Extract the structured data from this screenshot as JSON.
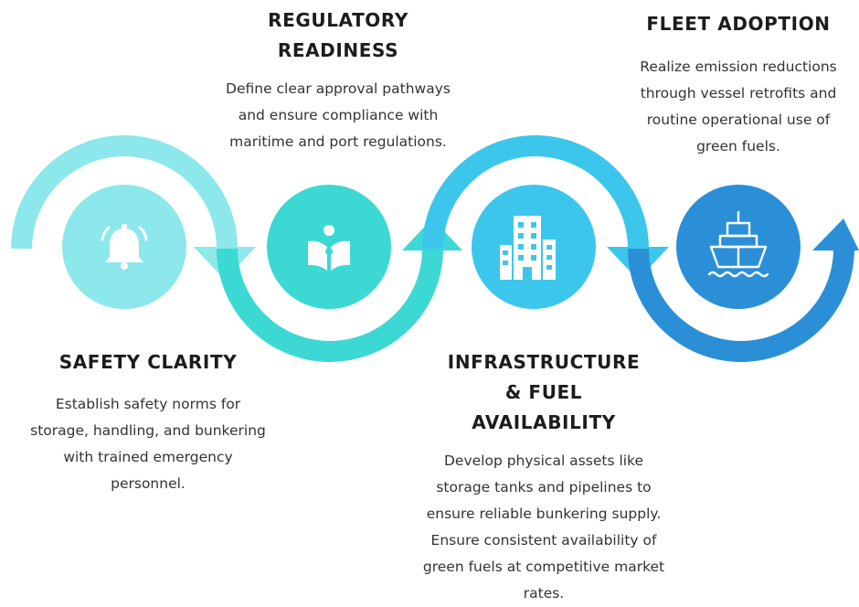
{
  "colors": {
    "safety": "#8ce8ea",
    "regulatory": "#3cd8d4",
    "infrastructure": "#3cc6ec",
    "fleet": "#2b8fd8"
  },
  "steps": [
    {
      "id": "safety",
      "icon": "bell-icon",
      "title_lines": [
        "SAFETY CLARITY"
      ],
      "desc_lines": [
        "Establish safety norms for",
        "storage, handling, and bunkering",
        "with trained emergency",
        "personnel."
      ]
    },
    {
      "id": "regulatory",
      "icon": "reader-book-icon",
      "title_lines": [
        "REGULATORY",
        "READINESS"
      ],
      "desc_lines": [
        "Define clear approval pathways",
        "and ensure compliance with",
        "maritime and port regulations."
      ]
    },
    {
      "id": "infrastructure",
      "icon": "buildings-icon",
      "title_lines": [
        "INFRASTRUCTURE",
        "& FUEL",
        "AVAILABILITY"
      ],
      "desc_lines": [
        "Develop physical assets like",
        "storage tanks and pipelines to",
        "ensure reliable bunkering supply.",
        "Ensure consistent availability of",
        "green fuels at competitive market",
        "rates."
      ]
    },
    {
      "id": "fleet",
      "icon": "ship-icon",
      "title_lines": [
        "FLEET ADOPTION"
      ],
      "desc_lines": [
        "Realize emission reductions",
        "through vessel retrofits and",
        "routine operational use of",
        "green fuels."
      ]
    }
  ]
}
